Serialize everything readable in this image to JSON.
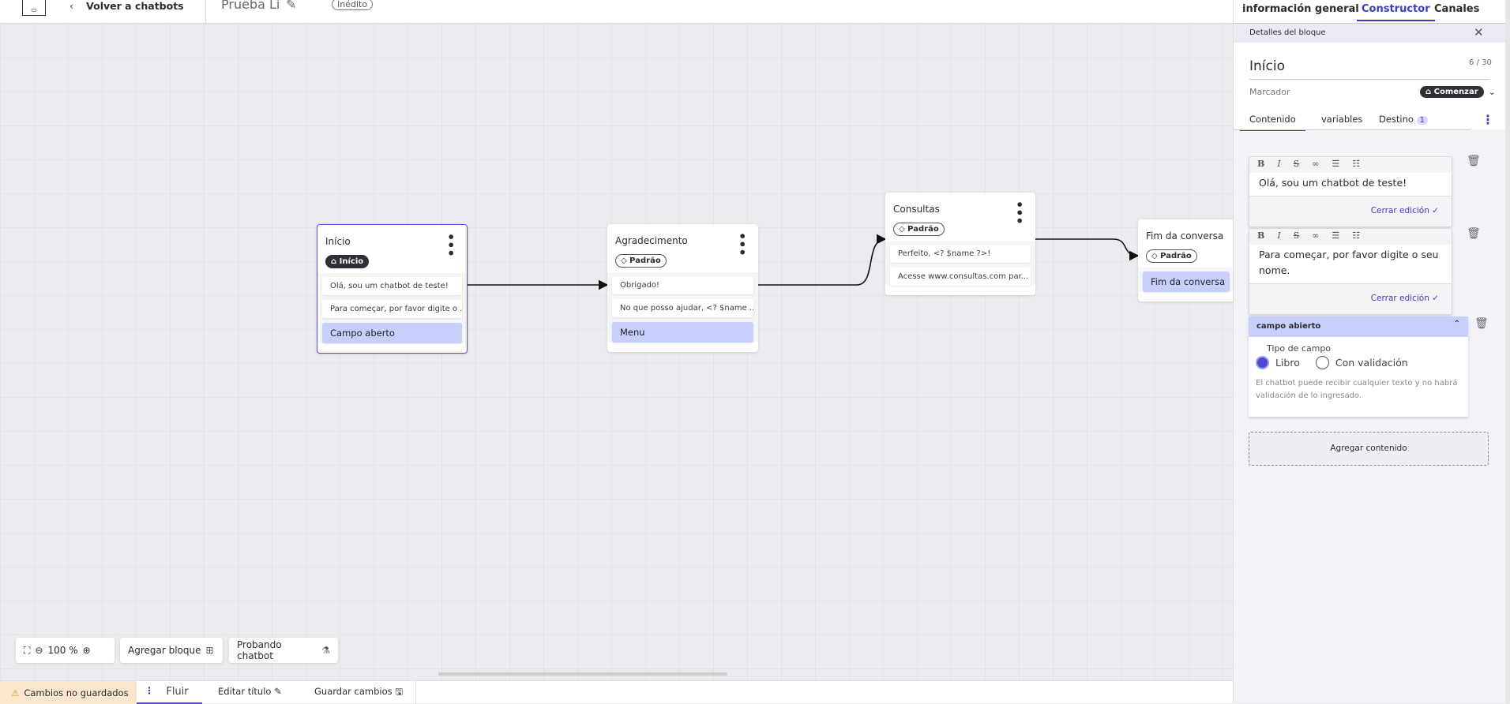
{
  "topbar": {
    "back_label": "Volver a chatbots",
    "title": "Prueba Li",
    "status_badge": "Inédito"
  },
  "canvas": {
    "nodes": [
      {
        "title": "Início",
        "tag": "Início",
        "items": [
          "Olá, sou um chatbot de teste!",
          "Para começar, por favor digite o ..."
        ],
        "option": "Campo aberto"
      },
      {
        "title": "Agradecimento",
        "tag": "Padrão",
        "items": [
          "Obrigado!",
          "No que posso ajudar, <? $name ..."
        ],
        "option": "Menu"
      },
      {
        "title": "Consultas",
        "tag": "Padrão",
        "items": [
          "Perfeito, <? $name ?>!",
          "Acesse www.consultas.com par..."
        ]
      },
      {
        "title": "Fim da conversa",
        "tag": "Padrão",
        "option": "Fim da conversa"
      }
    ],
    "toolbar": {
      "zoom": "100 %",
      "add_block": "Agregar bloque",
      "test": "Probando chatbot"
    }
  },
  "status_bar": {
    "unsaved": "Cambios no guardados",
    "flow_tab": "Fluir",
    "edit_title": "Editar título",
    "save": "Guardar cambios"
  },
  "panel": {
    "tabs": [
      "información general",
      "Constructor",
      "Canales"
    ],
    "active_tab": "Constructor",
    "header": "Detalles del bloque",
    "block_name": "Início",
    "char_count": "6 / 30",
    "marker_label": "Marcador",
    "marker_value": "Comenzar",
    "content_tabs": [
      "Contenido",
      "variables",
      "Destino"
    ],
    "destino_count": "1",
    "editors": [
      {
        "text": "Olá, sou um chatbot de teste!",
        "close": "Cerrar edición"
      },
      {
        "text": "Para começar, por favor digite o seu nome.",
        "close": "Cerrar edición"
      }
    ],
    "field": {
      "title": "campo abierto",
      "type_label": "Tipo de campo",
      "options": [
        "Libro",
        "Con validación"
      ],
      "selected": "Libro",
      "help": "El chatbot puede recibir cualquier texto y no habrá validación de lo ingresado."
    },
    "add_content": "Agregar contenido"
  },
  "colors": {
    "accent": "#3d3bc2",
    "option_bg": "#c7d0fb",
    "warning_bg": "#fbe5cd"
  }
}
